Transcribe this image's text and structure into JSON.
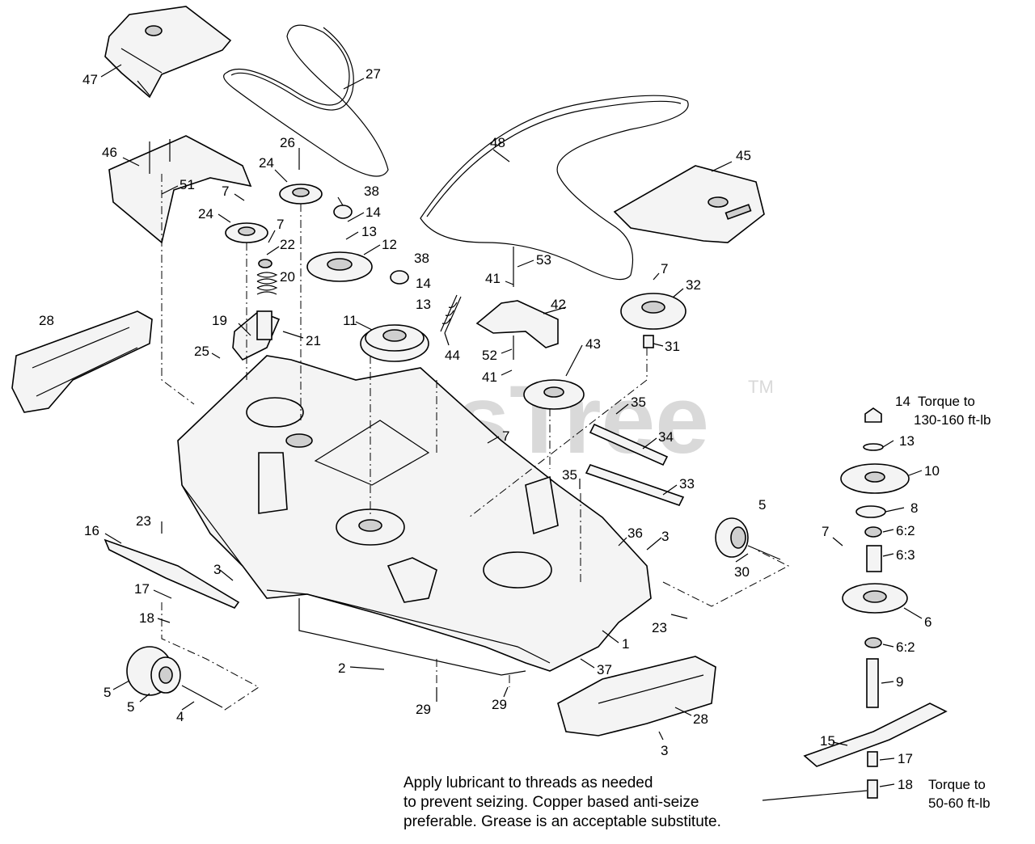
{
  "watermark": {
    "text": "PartsTree",
    "tm": "TM"
  },
  "callouts": [
    {
      "num": "47"
    },
    {
      "num": "27"
    },
    {
      "num": "46"
    },
    {
      "num": "26"
    },
    {
      "num": "24"
    },
    {
      "num": "51"
    },
    {
      "num": "7"
    },
    {
      "num": "24"
    },
    {
      "num": "38"
    },
    {
      "num": "14"
    },
    {
      "num": "13"
    },
    {
      "num": "12"
    },
    {
      "num": "7"
    },
    {
      "num": "22"
    },
    {
      "num": "20"
    },
    {
      "num": "48"
    },
    {
      "num": "45"
    },
    {
      "num": "53"
    },
    {
      "num": "38"
    },
    {
      "num": "41"
    },
    {
      "num": "14"
    },
    {
      "num": "13"
    },
    {
      "num": "42"
    },
    {
      "num": "7"
    },
    {
      "num": "32"
    },
    {
      "num": "28"
    },
    {
      "num": "19"
    },
    {
      "num": "21"
    },
    {
      "num": "11"
    },
    {
      "num": "44"
    },
    {
      "num": "52"
    },
    {
      "num": "31"
    },
    {
      "num": "25"
    },
    {
      "num": "41"
    },
    {
      "num": "43"
    },
    {
      "num": "35"
    },
    {
      "num": "7"
    },
    {
      "num": "34"
    },
    {
      "num": "35"
    },
    {
      "num": "33"
    },
    {
      "num": "5"
    },
    {
      "num": "23"
    },
    {
      "num": "16"
    },
    {
      "num": "36"
    },
    {
      "num": "3"
    },
    {
      "num": "30"
    },
    {
      "num": "3"
    },
    {
      "num": "17"
    },
    {
      "num": "18"
    },
    {
      "num": "23"
    },
    {
      "num": "1"
    },
    {
      "num": "2"
    },
    {
      "num": "37"
    },
    {
      "num": "5"
    },
    {
      "num": "5"
    },
    {
      "num": "4"
    },
    {
      "num": "29"
    },
    {
      "num": "29"
    },
    {
      "num": "28"
    },
    {
      "num": "3"
    },
    {
      "num": "13"
    },
    {
      "num": "10"
    },
    {
      "num": "8"
    },
    {
      "num": "7"
    },
    {
      "num": "6:2"
    },
    {
      "num": "6:3"
    },
    {
      "num": "6"
    },
    {
      "num": "6:2"
    },
    {
      "num": "9"
    },
    {
      "num": "15"
    },
    {
      "num": "17"
    },
    {
      "num": "18"
    }
  ],
  "torque_14": {
    "num": "14",
    "line1": "Torque to",
    "line2": "130-160 ft-lb"
  },
  "torque_18": {
    "line1": "Torque to",
    "line2": "50-60 ft-lb"
  },
  "note": {
    "line1": "Apply lubricant to threads as needed",
    "line2": "to prevent seizing. Copper based anti-seize",
    "line3": "preferable. Grease is an acceptable substitute."
  }
}
